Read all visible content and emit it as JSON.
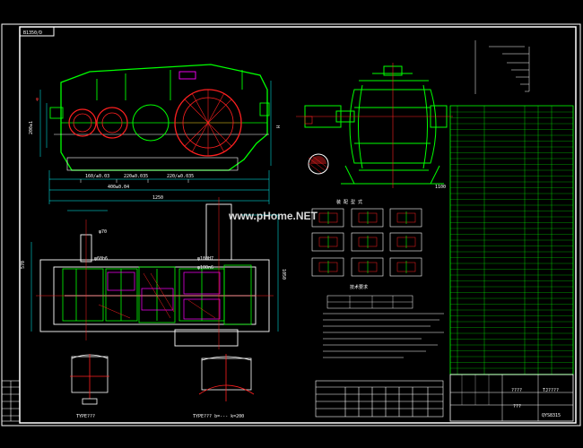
{
  "drawing": {
    "code_box": "B1350/D",
    "watermark": "www.pHome.NET",
    "title_qmarks_1": "????",
    "title_qmarks_2": "???",
    "title_code_1": "TJ????",
    "title_code_2": "QYS8315",
    "top_dim": "1250",
    "colors": {
      "background": "#000000",
      "border": "#ffffff",
      "gear_outline": "#00ff00",
      "gear_centerline": "#ff2020",
      "dimension": "#00ffff",
      "table_lines": "#00ff00",
      "title_text": "#ffffff"
    }
  }
}
